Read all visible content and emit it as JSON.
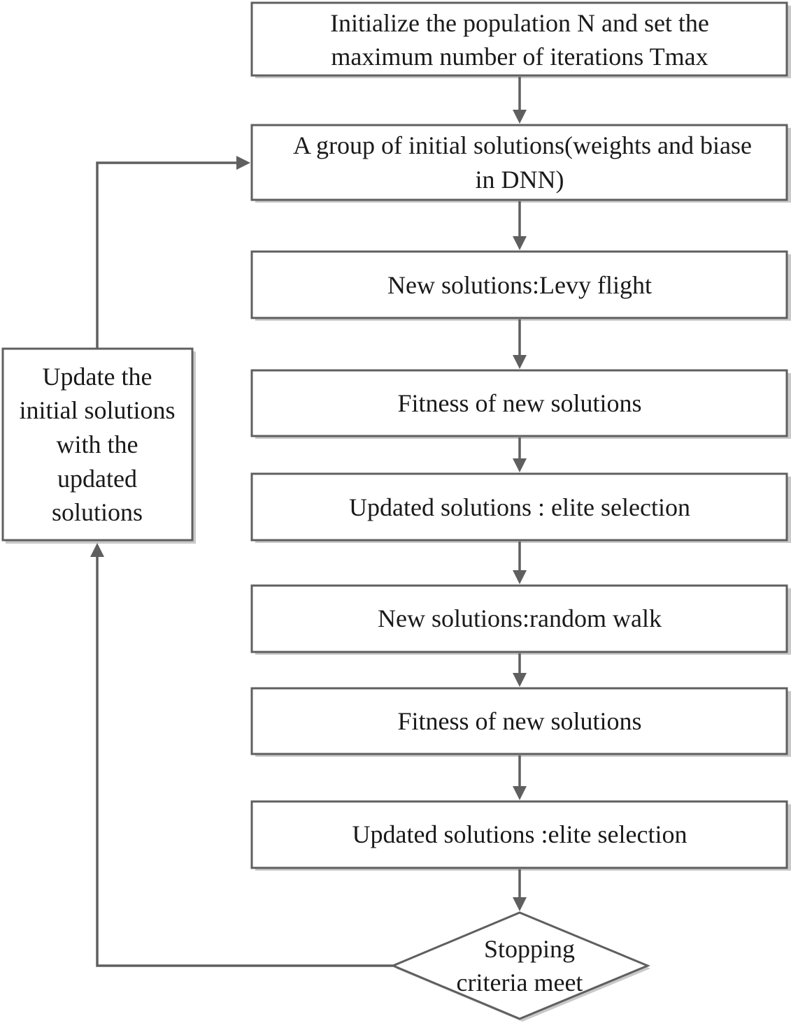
{
  "flowchart": {
    "steps": [
      {
        "id": "init",
        "lines": [
          "Initialize the population N and set the",
          "maximum number of iterations Tmax"
        ]
      },
      {
        "id": "initial-solutions",
        "lines": [
          "A group of initial solutions(weights and biase",
          "in DNN)"
        ]
      },
      {
        "id": "levy-flight",
        "lines": [
          "New solutions:Levy flight"
        ]
      },
      {
        "id": "fitness-1",
        "lines": [
          "Fitness of new solutions"
        ]
      },
      {
        "id": "elite-selection-1",
        "lines": [
          "Updated solutions : elite selection"
        ]
      },
      {
        "id": "random-walk",
        "lines": [
          "New solutions:random walk"
        ]
      },
      {
        "id": "fitness-2",
        "lines": [
          "Fitness of new solutions"
        ]
      },
      {
        "id": "elite-selection-2",
        "lines": [
          "Updated solutions :elite selection"
        ]
      }
    ],
    "decision": {
      "id": "stopping-criteria",
      "lines": [
        "Stopping",
        "criteria meet"
      ]
    },
    "update_box": {
      "id": "update-initial",
      "lines": [
        "Update the",
        "initial solutions",
        "with the",
        "updated",
        "solutions"
      ]
    }
  }
}
